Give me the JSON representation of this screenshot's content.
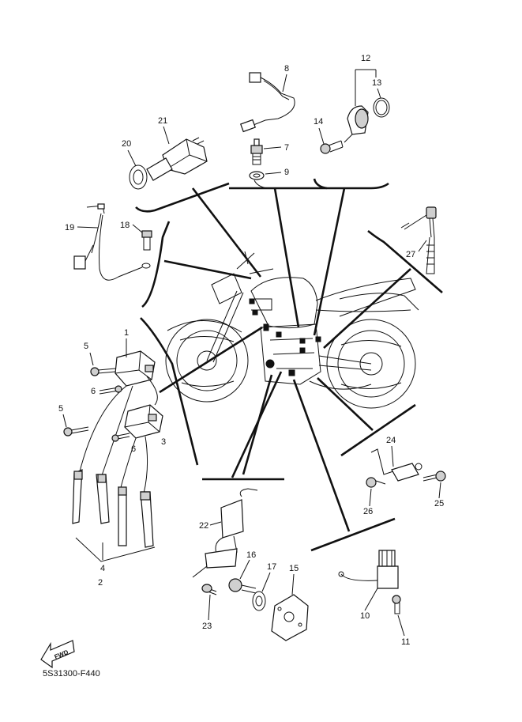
{
  "diagram": {
    "catalog_code": "5S31300-F440",
    "fwd_label": "FWD",
    "callouts": [
      "1",
      "2",
      "4",
      "5",
      "5",
      "6",
      "6",
      "3",
      "7",
      "8",
      "9",
      "10",
      "11",
      "12",
      "13",
      "14",
      "15",
      "16",
      "17",
      "18",
      "19",
      "20",
      "21",
      "22",
      "23",
      "24",
      "25",
      "26",
      "27",
      "4"
    ]
  },
  "colors": {
    "ink": "#111111",
    "background": "#ffffff"
  }
}
